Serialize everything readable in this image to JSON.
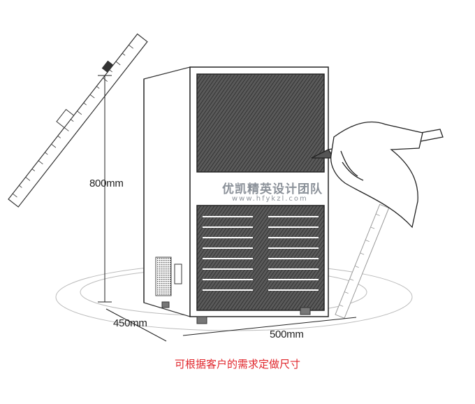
{
  "dimensions": {
    "height_label": "800mm",
    "depth_label": "450mm",
    "width_label": "500mm"
  },
  "watermark": {
    "brand": "优凯精英设计团队",
    "url": "www.hfykzl.com"
  },
  "caption": "可根据客户的需求定做尺寸",
  "colors": {
    "caption": "#e0252b",
    "ink": "#222222",
    "watermark": "#8b9199"
  }
}
